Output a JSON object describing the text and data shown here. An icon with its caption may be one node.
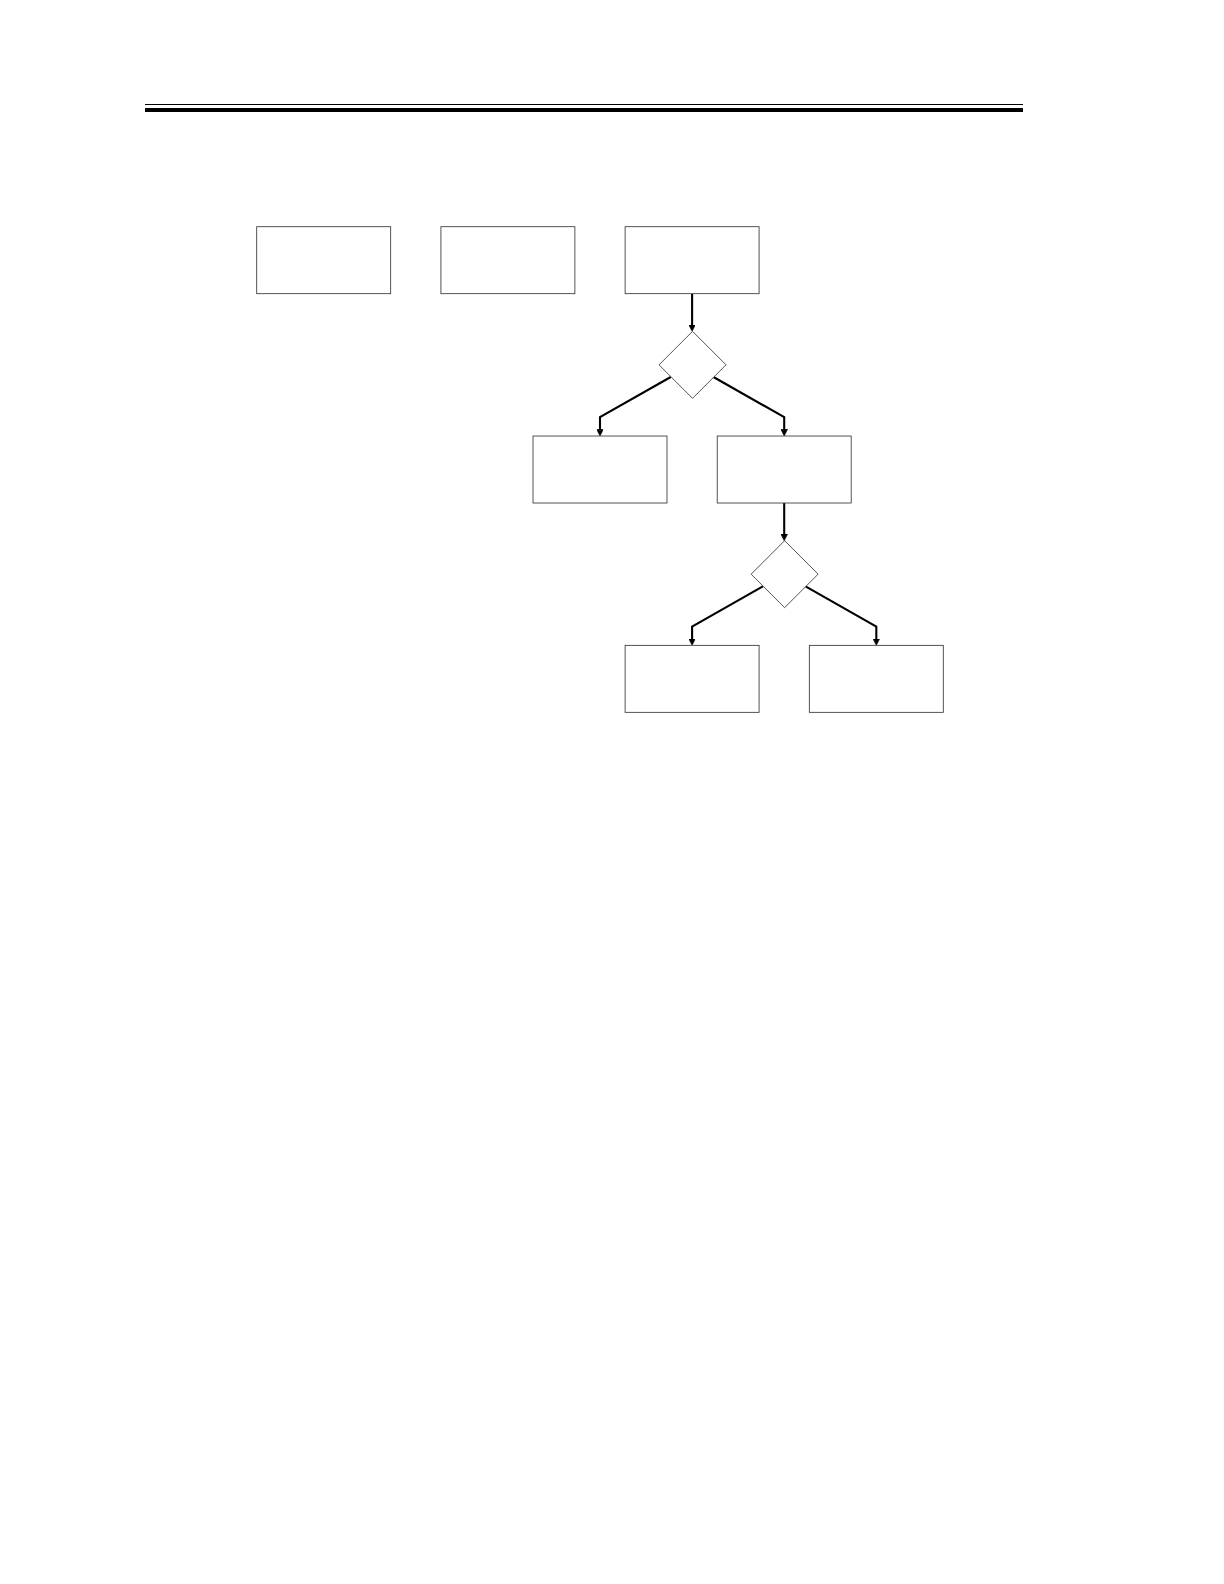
{
  "diagram": {
    "nodes": [
      {
        "text": [],
        "shape": "box"
      },
      {
        "text": [],
        "shape": "box"
      },
      {
        "text": [],
        "shape": "box"
      },
      {
        "text": [],
        "shape": "diamond"
      },
      {
        "text": [],
        "shape": "box"
      },
      {
        "text": [],
        "shape": "box"
      },
      {
        "text": [],
        "shape": "diamond"
      },
      {
        "text": [],
        "shape": "box"
      },
      {
        "text": [],
        "shape": "box"
      }
    ],
    "edges": [
      {
        "from": 2,
        "to": 3,
        "arrow": "to"
      },
      {
        "from": 3,
        "to": 4,
        "arrow": "to"
      },
      {
        "from": 3,
        "to": 5,
        "arrow": "to"
      },
      {
        "from": 5,
        "to": 6,
        "arrow": "to"
      },
      {
        "from": 6,
        "to": 7,
        "arrow": "to"
      },
      {
        "from": 6,
        "to": 8,
        "arrow": "to"
      }
    ]
  }
}
